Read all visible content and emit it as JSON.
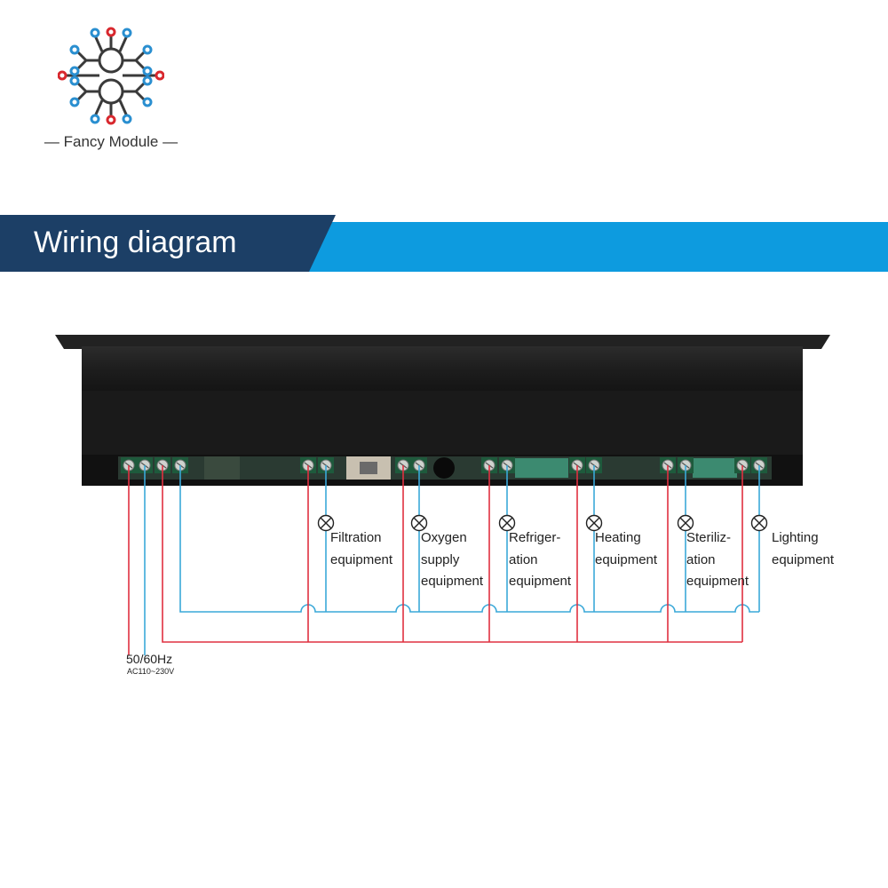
{
  "brand": {
    "name": "Fancy Module"
  },
  "banner": {
    "title": "Wiring diagram",
    "dark_color": "#1c3f66",
    "light_color": "#0d9bdf"
  },
  "wire_colors": {
    "live": "#e03040",
    "neutral": "#3aa8d8"
  },
  "loads": [
    {
      "id": "filtration",
      "lines": [
        "Filtration",
        "equipment"
      ]
    },
    {
      "id": "oxygen",
      "lines": [
        "Oxygen",
        "supply",
        "equipment"
      ]
    },
    {
      "id": "refrigeration",
      "lines": [
        "Refriger-",
        "ation",
        "equipment"
      ]
    },
    {
      "id": "heating",
      "lines": [
        "Heating",
        "equipment"
      ]
    },
    {
      "id": "sterilization",
      "lines": [
        "Steriliz-",
        "ation",
        "equipment"
      ]
    },
    {
      "id": "lighting",
      "lines": [
        "Lighting",
        "equipment"
      ]
    }
  ],
  "power": {
    "frequency": "50/60Hz",
    "voltage": "AC110~230V"
  }
}
